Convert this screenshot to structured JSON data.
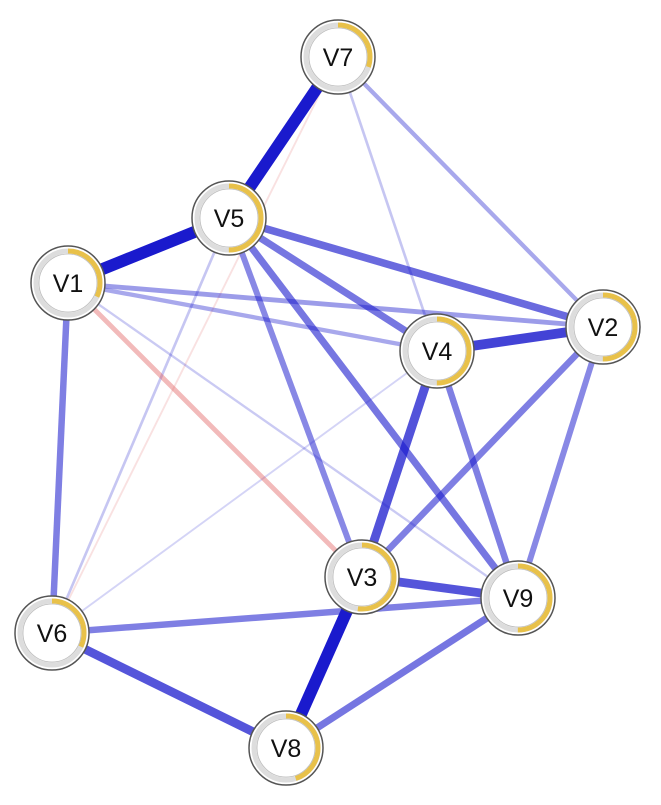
{
  "graph": {
    "nodes": [
      {
        "id": "V1",
        "label": "V1",
        "pie": 0.32
      },
      {
        "id": "V2",
        "label": "V2",
        "pie": 0.5
      },
      {
        "id": "V3",
        "label": "V3",
        "pie": 0.52
      },
      {
        "id": "V4",
        "label": "V4",
        "pie": 0.5
      },
      {
        "id": "V5",
        "label": "V5",
        "pie": 0.5
      },
      {
        "id": "V6",
        "label": "V6",
        "pie": 0.32
      },
      {
        "id": "V7",
        "label": "V7",
        "pie": 0.3
      },
      {
        "id": "V8",
        "label": "V8",
        "pie": 0.45
      },
      {
        "id": "V9",
        "label": "V9",
        "pie": 0.5
      }
    ],
    "edges": [
      {
        "from": "V7",
        "to": "V5",
        "sign": "positive",
        "weight": 1.0
      },
      {
        "from": "V5",
        "to": "V1",
        "sign": "positive",
        "weight": 1.0
      },
      {
        "from": "V3",
        "to": "V8",
        "sign": "positive",
        "weight": 1.0
      },
      {
        "from": "V4",
        "to": "V2",
        "sign": "positive",
        "weight": 0.8
      },
      {
        "from": "V4",
        "to": "V3",
        "sign": "positive",
        "weight": 0.72
      },
      {
        "from": "V6",
        "to": "V8",
        "sign": "positive",
        "weight": 0.7
      },
      {
        "from": "V3",
        "to": "V9",
        "sign": "positive",
        "weight": 0.7
      },
      {
        "from": "V5",
        "to": "V2",
        "sign": "positive",
        "weight": 0.6
      },
      {
        "from": "V5",
        "to": "V4",
        "sign": "positive",
        "weight": 0.55
      },
      {
        "from": "V5",
        "to": "V9",
        "sign": "positive",
        "weight": 0.55
      },
      {
        "from": "V8",
        "to": "V9",
        "sign": "positive",
        "weight": 0.55
      },
      {
        "from": "V2",
        "to": "V3",
        "sign": "positive",
        "weight": 0.5
      },
      {
        "from": "V4",
        "to": "V9",
        "sign": "positive",
        "weight": 0.5
      },
      {
        "from": "V1",
        "to": "V6",
        "sign": "positive",
        "weight": 0.5
      },
      {
        "from": "V6",
        "to": "V9",
        "sign": "positive",
        "weight": 0.5
      },
      {
        "from": "V2",
        "to": "V9",
        "sign": "positive",
        "weight": 0.45
      },
      {
        "from": "V5",
        "to": "V3",
        "sign": "positive",
        "weight": 0.45
      },
      {
        "from": "V1",
        "to": "V2",
        "sign": "positive",
        "weight": 0.35
      },
      {
        "from": "V1",
        "to": "V4",
        "sign": "positive",
        "weight": 0.3
      },
      {
        "from": "V7",
        "to": "V2",
        "sign": "positive",
        "weight": 0.3
      },
      {
        "from": "V7",
        "to": "V4",
        "sign": "positive",
        "weight": 0.15
      },
      {
        "from": "V5",
        "to": "V6",
        "sign": "positive",
        "weight": 0.15
      },
      {
        "from": "V1",
        "to": "V9",
        "sign": "positive",
        "weight": 0.12
      },
      {
        "from": "V6",
        "to": "V4",
        "sign": "positive",
        "weight": 0.08
      },
      {
        "from": "V1",
        "to": "V3",
        "sign": "negative",
        "weight": 0.35
      },
      {
        "from": "V7",
        "to": "V6",
        "sign": "negative",
        "weight": 0.08
      }
    ]
  },
  "colors": {
    "positive": "#1a1acd",
    "negative": "#e06060",
    "node_fill": "#ffffff",
    "node_border": "#555555",
    "pie": "#e8c14a",
    "pie_track": "#dddddd"
  }
}
